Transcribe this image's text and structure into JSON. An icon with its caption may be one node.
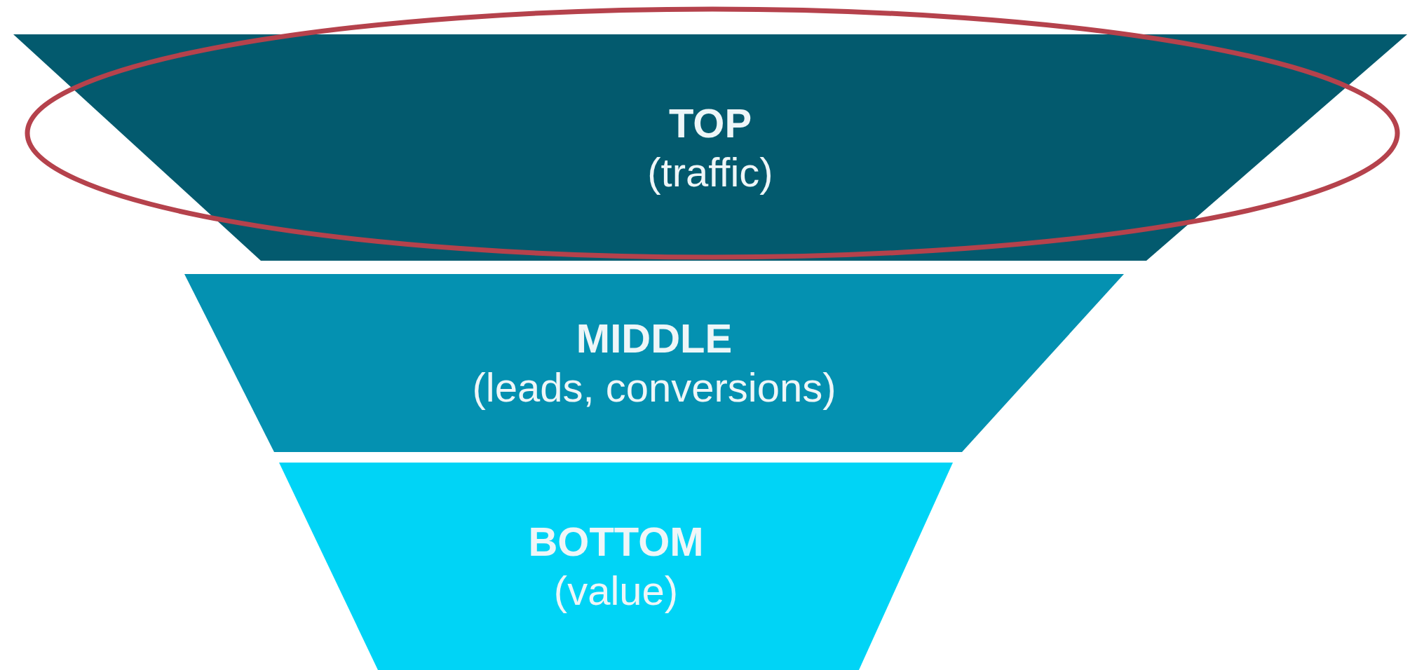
{
  "diagram": {
    "nodes": [
      {
        "text": [
          "TOP",
          "(traffic)"
        ]
      },
      {
        "text": [
          "MIDDLE",
          "(leads, conversions)"
        ]
      },
      {
        "text": [
          "BOTTOM",
          "(value)"
        ]
      }
    ]
  }
}
